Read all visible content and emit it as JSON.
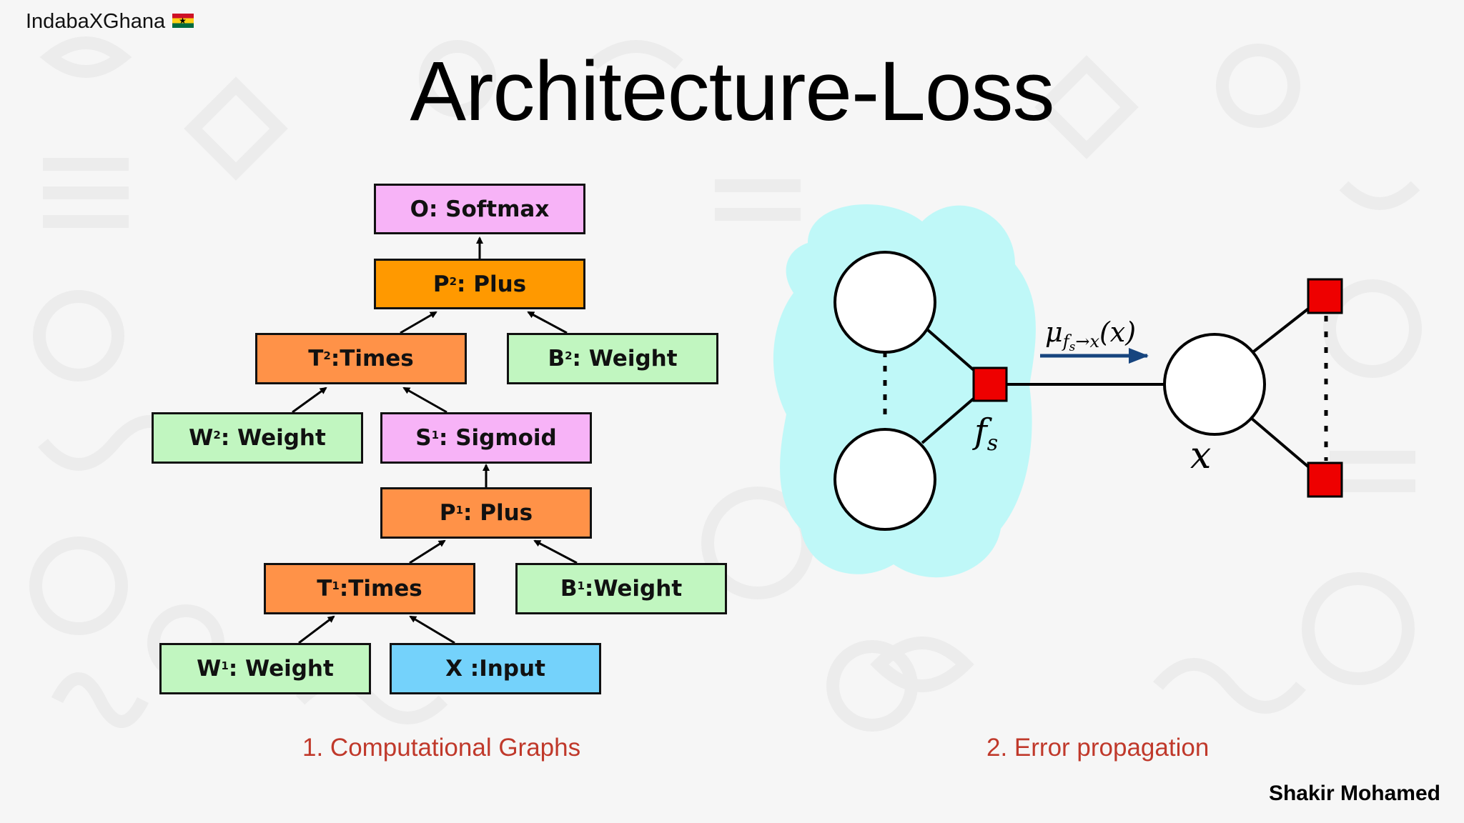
{
  "header": {
    "watermark": "IndabaXGhana"
  },
  "slide": {
    "title": "Architecture-Loss",
    "author": "Shakir Mohamed"
  },
  "graph": {
    "nodes": {
      "o": {
        "label": "O: Softmax"
      },
      "p2": {
        "prefix": "P",
        "sup": "2",
        "label": ": Plus"
      },
      "t2": {
        "prefix": "T",
        "sup": "2",
        "label": " :Times"
      },
      "b2": {
        "prefix": "B",
        "sup": "2",
        "label": ": Weight"
      },
      "w2": {
        "prefix": "W",
        "sup": "2",
        "label": ": Weight"
      },
      "s1": {
        "prefix": "S",
        "sup": "1",
        "label": ": Sigmoid"
      },
      "p1": {
        "prefix": "P",
        "sup": "1",
        "label": ": Plus"
      },
      "t1": {
        "prefix": "T",
        "sup": "1",
        "label": ":Times"
      },
      "b1": {
        "prefix": "B",
        "sup": "1",
        "label": ":Weight"
      },
      "w1": {
        "prefix": "W",
        "sup": "1",
        "label": ": Weight"
      },
      "x": {
        "label": "X :Input"
      }
    },
    "caption": "1. Computational Graphs"
  },
  "factor_graph": {
    "factor_label": "f",
    "factor_sub": "s",
    "variable_label": "x",
    "message": {
      "mu": "μ",
      "sub_f": "f",
      "sub_s": "s",
      "arrow": "→",
      "sub_x": "x",
      "arg": "(x)"
    },
    "caption": "2. Error propagation"
  },
  "colors": {
    "pink": "#f7b3f7",
    "orange_strong": "#ff9900",
    "orange": "#ff9248",
    "green": "#c1f6c0",
    "blue": "#74d2fb",
    "cloud": "#bff8f8",
    "factor": "#ee0000",
    "message_arrow": "#17457f",
    "caption": "#c0392b"
  },
  "icons": {
    "flag": "ghana-flag-icon"
  }
}
